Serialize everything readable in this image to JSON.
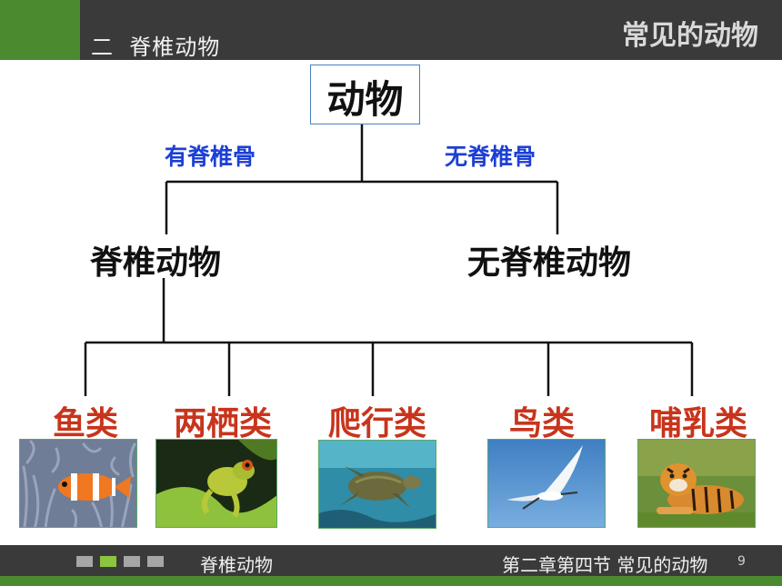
{
  "header": {
    "section_title": "二  脊椎动物",
    "topic_title": "常见的动物"
  },
  "tree": {
    "root": "动物",
    "edge_left": "有脊椎骨",
    "edge_right": "无脊椎骨",
    "node_left": "脊椎动物",
    "node_right": "无脊椎动物",
    "classes": [
      {
        "label": "鱼类",
        "image": "clownfish"
      },
      {
        "label": "两栖类",
        "image": "tree-frog"
      },
      {
        "label": "爬行类",
        "image": "sea-turtle"
      },
      {
        "label": "鸟类",
        "image": "bird-in-flight"
      },
      {
        "label": "哺乳类",
        "image": "tiger"
      }
    ]
  },
  "footer": {
    "left_text": "脊椎动物",
    "right_text": "第二章第四节 常见的动物",
    "page_number": "9"
  },
  "colors": {
    "accent_green": "#4b8a2f",
    "dark_bar": "#3a3a3a",
    "edge_label_blue": "#1c3fd4",
    "class_label_red": "#c8341c"
  }
}
